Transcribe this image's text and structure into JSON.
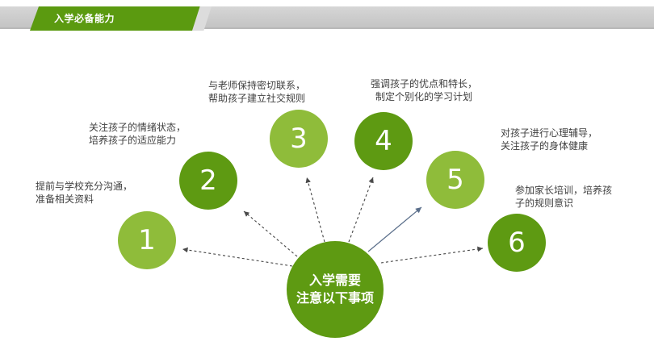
{
  "header": {
    "title": "入学必备能力"
  },
  "center": {
    "line1": "入学需要",
    "line2": "注意以下事项"
  },
  "items": [
    {
      "number": "1",
      "line1": "提前与学校充分沟通，",
      "line2": "准备相关资料"
    },
    {
      "number": "2",
      "line1": "关注孩子的情绪状态，",
      "line2": "培养孩子的适应能力"
    },
    {
      "number": "3",
      "line1": "与老师保持密切联系，",
      "line2": "帮助孩子建立社交规则"
    },
    {
      "number": "4",
      "line1": "强调孩子的优点和特长，",
      "line2": "制定个别化的学习计划"
    },
    {
      "number": "5",
      "line1": "对孩子进行心理辅导，",
      "line2": "关注孩子的身体健康"
    },
    {
      "number": "6",
      "line1": "参加家长培训，培养孩",
      "line2": "子的规则意识"
    }
  ],
  "colors": {
    "dark_green": "#5e9a12",
    "light_green": "#8fbc3a",
    "band_gray": "#c8c8c8"
  }
}
